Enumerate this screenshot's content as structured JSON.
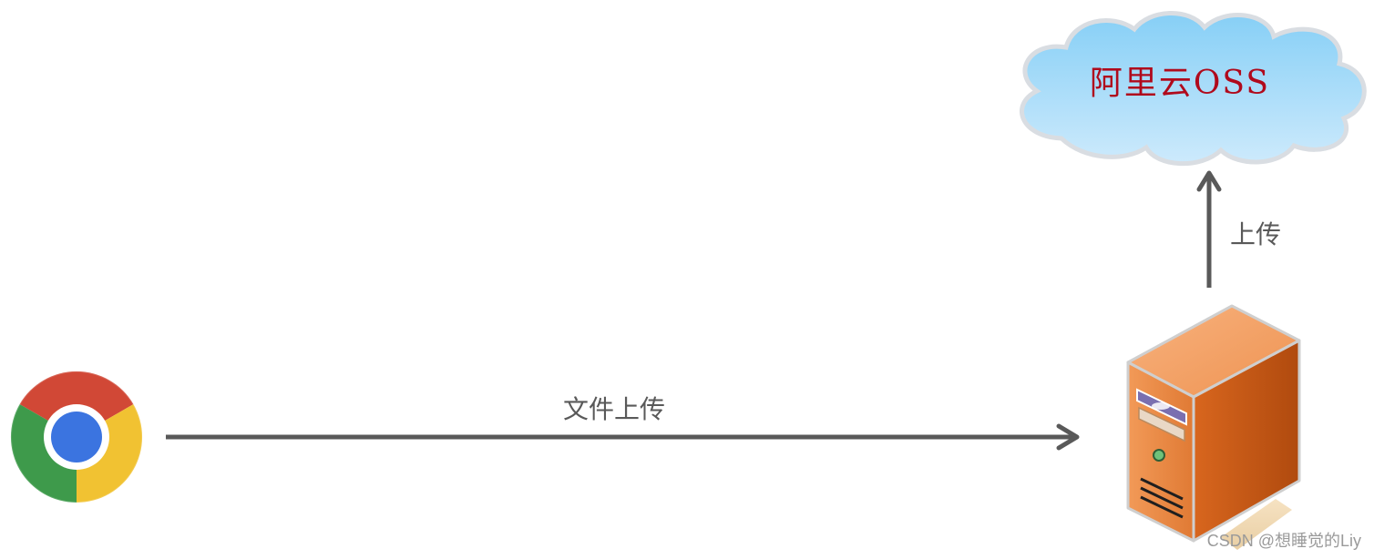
{
  "cloud": {
    "label": "阿里云OSS",
    "label_color": "#b00a1c",
    "icon": "cloud-icon"
  },
  "browser": {
    "icon": "chrome-browser-icon"
  },
  "server": {
    "icon": "server-tower-icon"
  },
  "edges": {
    "browser_to_server": {
      "label": "文件上传"
    },
    "server_to_cloud": {
      "label": "上传"
    }
  },
  "watermark": {
    "text": "CSDN @想睡觉的Liy"
  },
  "colors": {
    "arrow": "#595959",
    "text": "#595959",
    "cloud_fill_top": "#8fd3f7",
    "cloud_fill_bottom": "#c6e6fb",
    "server_orange": "#e8813a",
    "watermark": "#9a9a9a"
  }
}
